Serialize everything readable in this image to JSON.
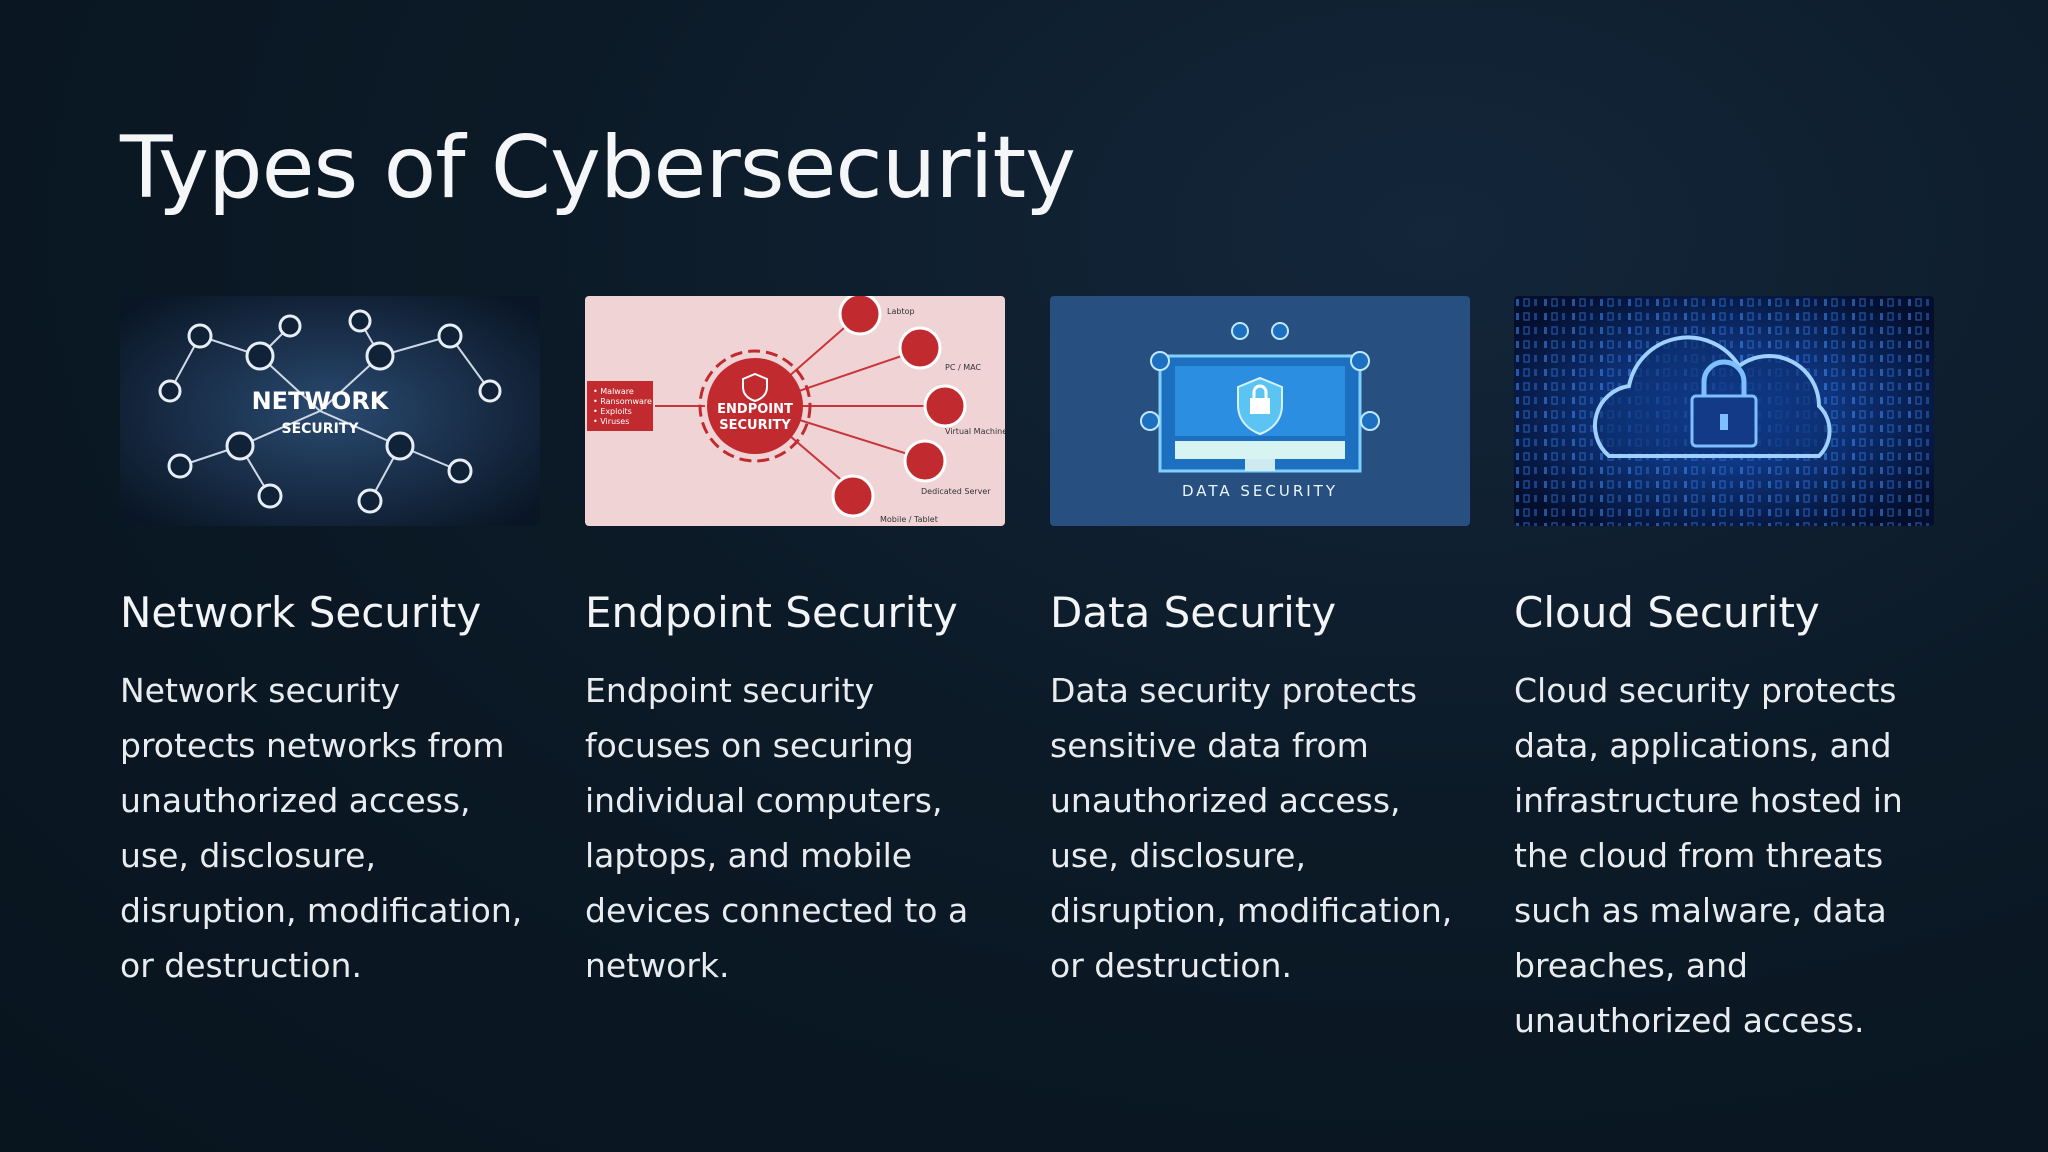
{
  "slide": {
    "title": "Types of Cybersecurity",
    "cards": [
      {
        "heading": "Network Security",
        "description": "Network security protects networks from unauthorized access, use, disclosure, disruption, modification, or destruction.",
        "image": {
          "line1": "NETWORK",
          "line2": "SECURITY"
        }
      },
      {
        "heading": "Endpoint Security",
        "description": "Endpoint security focuses on securing individual computers, laptops, and mobile devices connected to a network.",
        "image": {
          "line1": "ENDPOINT",
          "line2": "SECURITY",
          "threats": [
            "• Malware",
            "• Ransomware",
            "• Exploits",
            "• Viruses"
          ],
          "devices": [
            "Labtop",
            "PC / MAC",
            "Virtual Machine",
            "Dedicated Server",
            "Mobile / Tablet"
          ]
        }
      },
      {
        "heading": "Data Security",
        "description": "Data security protects sensitive data from unauthorized access, use, disclosure, disruption, modification, or destruction.",
        "image": {
          "caption": "DATA SECURITY"
        }
      },
      {
        "heading": "Cloud Security",
        "description": "Cloud security protects data, applications, and infrastructure hosted in the cloud from threats such as malware, data breaches, and unauthorized access.",
        "image": {}
      }
    ]
  }
}
